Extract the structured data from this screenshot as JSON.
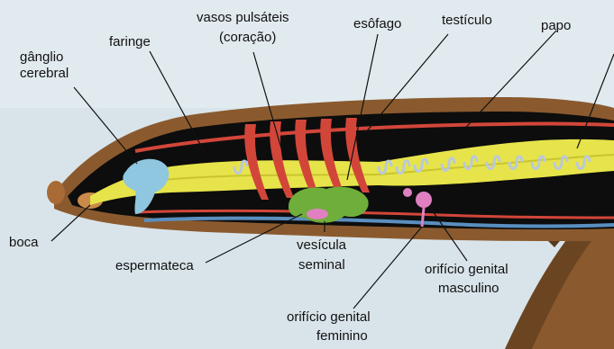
{
  "labels": {
    "ganglio_line1": "gânglio",
    "ganglio_line2": "cerebral",
    "faringe": "faringe",
    "vasos_line1": "vasos pulsáteis",
    "vasos_line2": "(coração)",
    "esofago": "esôfago",
    "testiculo": "testículo",
    "papo": "papo",
    "boca": "boca",
    "espermateca": "espermateca",
    "vesicula_line1": "vesícula",
    "vesicula_line2": "seminal",
    "orificio_fem_line1": "orifício genital",
    "orificio_fem_line2": "feminino",
    "orificio_masc_line1": "orifício genital",
    "orificio_masc_line2": "masculino"
  },
  "colors": {
    "background": "#d9e4ea",
    "body_wall": "#8a5a2e",
    "body_cavity": "#0d0d0d",
    "gut": "#e6e44a",
    "vessel": "#d2463a",
    "ganglion": "#8fc6e0",
    "seminal_vesicle": "#6fae3a",
    "genital": "#e080c0"
  }
}
